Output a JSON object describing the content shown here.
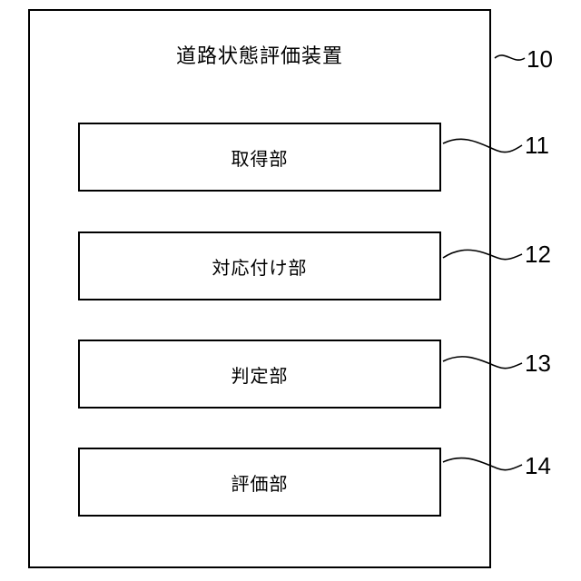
{
  "device": {
    "title": "道路状態評価装置",
    "ref": "10"
  },
  "blocks": [
    {
      "label": "取得部",
      "ref": "11"
    },
    {
      "label": "対応付け部",
      "ref": "12"
    },
    {
      "label": "判定部",
      "ref": "13"
    },
    {
      "label": "評価部",
      "ref": "14"
    }
  ]
}
